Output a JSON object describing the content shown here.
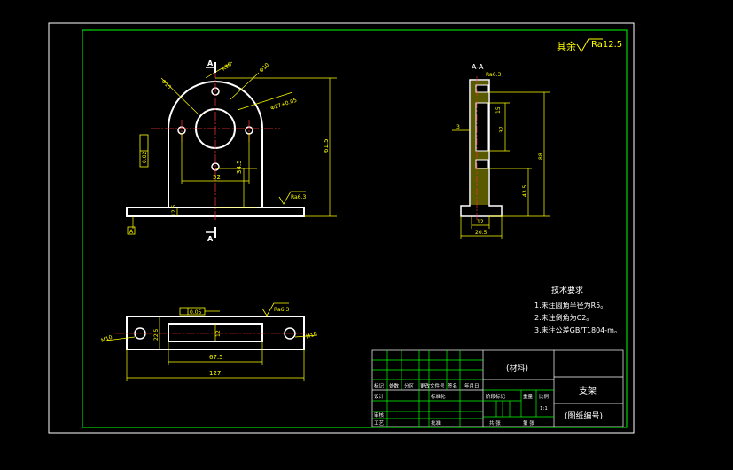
{
  "colors": {
    "background": "#000000",
    "frame": "#ffffff",
    "border": "#00ff00",
    "part": "#ffffff",
    "dimension": "#ffff00",
    "centerline": "#ff3333",
    "title_text": "#ffff00"
  },
  "roughness": {
    "prefix": "其余",
    "value": "Ra12.5"
  },
  "section": {
    "arrow_label": "A",
    "view_label": "A-A"
  },
  "front_view": {
    "dims": {
      "width_52": "52",
      "height_34": "34.5",
      "height_61": "61.5",
      "base_t": "12.5",
      "flat": "0.02",
      "datum": "A",
      "hole_dia": "Φ27+0.05",
      "bolt_a": "Φ10",
      "bolt_b": "Φ10",
      "r": "R30"
    },
    "base_roughness": "Ra6.3"
  },
  "side_view": {
    "dims": {
      "top": "Ra6.3",
      "d5": "15",
      "d37": "37",
      "d88": "88",
      "d43": "43.5",
      "b12": "12",
      "b20": "20.5",
      "left": "3"
    }
  },
  "top_view": {
    "dims": {
      "slot_h": "22.5",
      "slot_w": "67.5",
      "total": "127",
      "hole_l": "M10",
      "hole_r": "M10",
      "mid": "12"
    },
    "tolerance": "0.05",
    "roughness": "Ra6.3"
  },
  "notes": {
    "heading": "技术要求",
    "items": [
      "1.未注圆角半径为R5。",
      "2.未注倒角为C2。",
      "3.未注公差GB/T1804-m。"
    ]
  },
  "title_block": {
    "material": "(材料)",
    "part_name": "支架",
    "drawing_no": "(图纸编号)",
    "header_cells": [
      "标记",
      "处数",
      "分区",
      "更改文件号",
      "签名",
      "年月日"
    ],
    "design": "设计",
    "standard": "标准化",
    "stage_label": "阶段标记",
    "weight": "重量",
    "scale": "比例",
    "scale_value": "1:1",
    "review": "审核",
    "process": "工艺",
    "approve": "批准",
    "sheets": "共 张",
    "sheet_no": "第 张"
  }
}
